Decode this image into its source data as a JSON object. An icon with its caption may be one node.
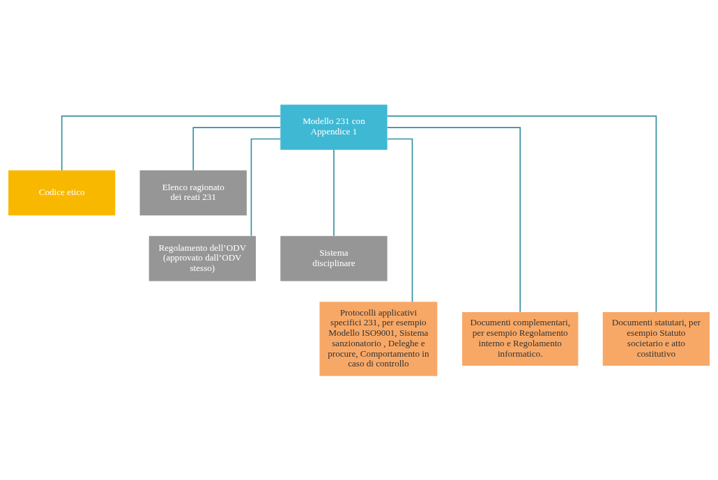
{
  "diagram": {
    "nodes": [
      {
        "text": [
          "Modello 231 con Appendice 1"
        ]
      },
      {
        "text": [
          "Codice etico"
        ]
      },
      {
        "text": [
          "Elenco ragionato dei reati 231"
        ]
      },
      {
        "text": [
          "Regolamento dell’ODV (approvato dall’ODV stesso)"
        ]
      },
      {
        "text": [
          "Sistema disciplinare"
        ]
      },
      {
        "text": [
          "Protocolli applicativi specifici 231, per esempio Modello ISO9001, Sistema sanzionatorio , Deleghe e procure, Comportamento in caso di controllo"
        ]
      },
      {
        "text": [
          "Documenti complementari, per esempio Regolamento interno e Regolamento informatico."
        ]
      },
      {
        "text": [
          "Documenti statutari, per esempio Statuto societario e atto costitutivo"
        ]
      }
    ],
    "edges": [
      {
        "from": 0,
        "to": 1,
        "arrow": "none"
      },
      {
        "from": 0,
        "to": 2,
        "arrow": "none"
      },
      {
        "from": 0,
        "to": 3,
        "arrow": "none"
      },
      {
        "from": 0,
        "to": 4,
        "arrow": "none"
      },
      {
        "from": 0,
        "to": 5,
        "arrow": "none"
      },
      {
        "from": 0,
        "to": 6,
        "arrow": "none"
      },
      {
        "from": 0,
        "to": 7,
        "arrow": "none"
      }
    ]
  }
}
